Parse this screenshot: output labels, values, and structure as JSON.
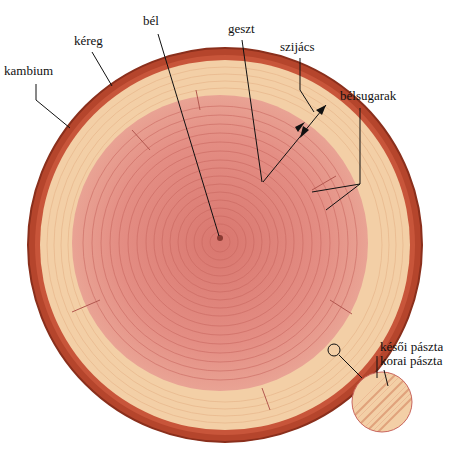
{
  "diagram": {
    "labels": [
      "bél",
      "kéreg",
      "geszt",
      "szijács",
      "kambium",
      "bélsugarak",
      "késői pászta",
      "korai pászta"
    ]
  }
}
